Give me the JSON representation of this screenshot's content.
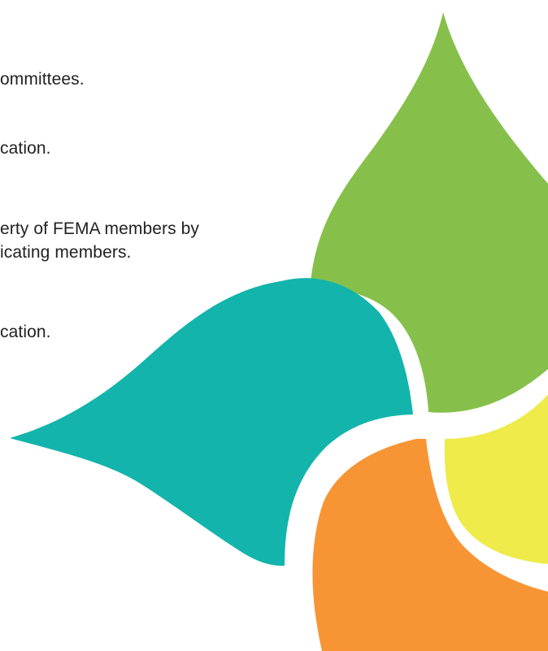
{
  "document": {
    "lines": [
      "ommittees.",
      "cation.",
      "erty of FEMA members by",
      "icating members.",
      "cation."
    ]
  },
  "graphic": {
    "petals": [
      {
        "name": "green",
        "color": "#86c04b"
      },
      {
        "name": "teal",
        "color": "#13b4ab"
      },
      {
        "name": "yellow",
        "color": "#eeeb4b"
      },
      {
        "name": "orange",
        "color": "#f79535"
      }
    ],
    "gap_color": "#ffffff"
  }
}
